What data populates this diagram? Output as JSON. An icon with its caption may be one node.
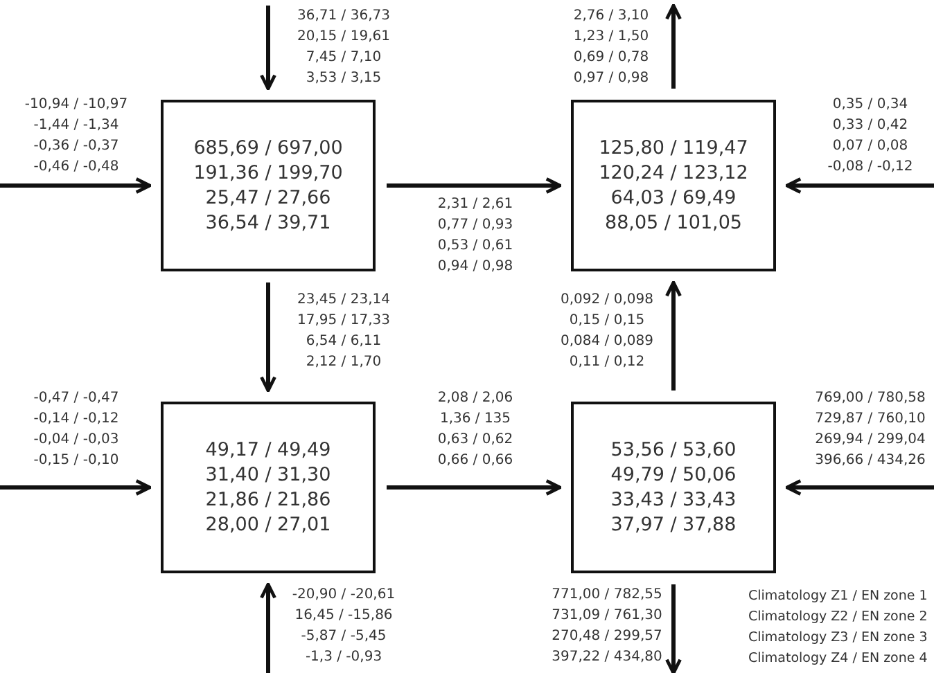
{
  "diagram": {
    "nodes": [
      {
        "text": [
          "685,69 / 697,00",
          "191,36 / 199,70",
          "25,47 / 27,66",
          "36,54 / 39,71"
        ]
      },
      {
        "text": [
          "125,80 / 119,47",
          "120,24 / 123,12",
          "64,03 / 69,49",
          "88,05 / 101,05"
        ]
      },
      {
        "text": [
          "49,17 / 49,49",
          "31,40 / 31,30",
          "21,86 / 21,86",
          "28,00 / 27,01"
        ]
      },
      {
        "text": [
          "53,56 / 53,60",
          "49,79 / 50,06",
          "33,43 / 33,43",
          "37,97 / 37,88"
        ]
      }
    ],
    "edges": [
      {
        "from": null,
        "to": 0,
        "arrow": "to",
        "label": "36,71 / 36,73 20,15 / 19,61 7,45 / 7,10 3,53 / 3,15"
      },
      {
        "from": null,
        "to": 0,
        "arrow": "to",
        "label": "-10,94 / -10,97 -1,44 / -1,34 -0,36 / -0,37 -0,46 / -0,48"
      },
      {
        "from": 0,
        "to": 1,
        "arrow": "to",
        "label": "2,31 / 2,61 0,77 / 0,93 0,53 / 0,61 0,94 / 0,98"
      },
      {
        "from": 1,
        "to": null,
        "arrow": "to",
        "label": "2,76 / 3,10 1,23 / 1,50 0,69 / 0,78 0,97 / 0,98"
      },
      {
        "from": null,
        "to": 1,
        "arrow": "to",
        "label": "0,35 / 0,34 0,33 / 0,42 0,07 / 0,08 -0,08 / -0,12"
      },
      {
        "from": 0,
        "to": 2,
        "arrow": "to",
        "label": "23,45 / 23,14 17,95 / 17,33 6,54 / 6,11 2,12 / 1,70"
      },
      {
        "from": null,
        "to": 2,
        "arrow": "to",
        "label": "-0,47 / -0,47 -0,14 / -0,12 -0,04 / -0,03 -0,15 / -0,10"
      },
      {
        "from": 2,
        "to": 3,
        "arrow": "to",
        "label": "2,08 / 2,06 1,36 / 135 0,63 / 0,62 0,66 / 0,66"
      },
      {
        "from": 3,
        "to": 1,
        "arrow": "to",
        "label": "0,092 / 0,098 0,15 / 0,15 0,084 / 0,089 0,11 / 0,12"
      },
      {
        "from": null,
        "to": 3,
        "arrow": "to",
        "label": "769,00 / 780,58 729,87 / 760,10 269,94 / 299,04 396,66 / 434,26"
      },
      {
        "from": null,
        "to": 2,
        "arrow": "to",
        "label": "-20,90 / -20,61 16,45 / -15,86 -5,87 / -5,45 -1,3 / -0,93"
      },
      {
        "from": 3,
        "to": null,
        "arrow": "to",
        "label": "771,00 / 782,55 731,09 / 761,30 270,48 / 299,57 397,22 / 434,80"
      }
    ],
    "labels": [
      "Climatology Z1 / EN zone 1",
      "Climatology Z2 / EN zone 2",
      "Climatology Z3 / EN zone 3",
      "Climatology Z4 / EN zone 4"
    ]
  }
}
